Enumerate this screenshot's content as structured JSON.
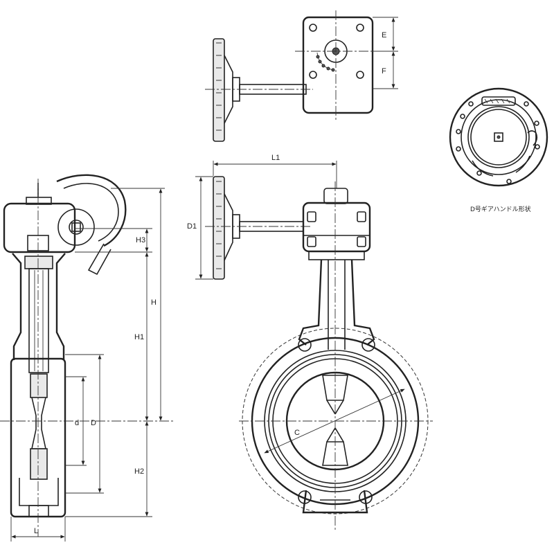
{
  "dimensions": {
    "e": "E",
    "f": "F",
    "l1": "L1",
    "d1": "D1",
    "h3": "H3",
    "h": "H",
    "h1": "H1",
    "h2": "H2",
    "d_small": "d",
    "d_large": "D",
    "c": "C",
    "l": "L"
  },
  "captions": {
    "handwheel_note": "D号ギアハンドル形状"
  },
  "colors": {
    "line": "#222222",
    "background": "#ffffff"
  }
}
